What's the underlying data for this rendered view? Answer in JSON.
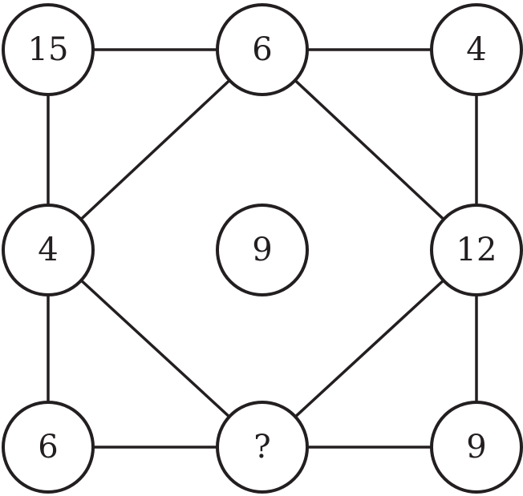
{
  "puzzle": {
    "nodes": [
      {
        "id": "top-left",
        "label": "15"
      },
      {
        "id": "top-center",
        "label": "6"
      },
      {
        "id": "top-right",
        "label": "4"
      },
      {
        "id": "middle-left",
        "label": "4"
      },
      {
        "id": "center",
        "label": "9"
      },
      {
        "id": "middle-right",
        "label": "12"
      },
      {
        "id": "bottom-left",
        "label": "6"
      },
      {
        "id": "bottom-center",
        "label": "?"
      },
      {
        "id": "bottom-right",
        "label": "9"
      }
    ],
    "edges": [
      [
        "top-left",
        "top-center"
      ],
      [
        "top-center",
        "top-right"
      ],
      [
        "top-left",
        "middle-left"
      ],
      [
        "top-right",
        "middle-right"
      ],
      [
        "top-center",
        "middle-left"
      ],
      [
        "top-center",
        "middle-right"
      ],
      [
        "middle-left",
        "bottom-left"
      ],
      [
        "middle-right",
        "bottom-right"
      ],
      [
        "middle-left",
        "bottom-center"
      ],
      [
        "middle-right",
        "bottom-center"
      ],
      [
        "bottom-left",
        "bottom-center"
      ],
      [
        "bottom-center",
        "bottom-right"
      ]
    ]
  }
}
